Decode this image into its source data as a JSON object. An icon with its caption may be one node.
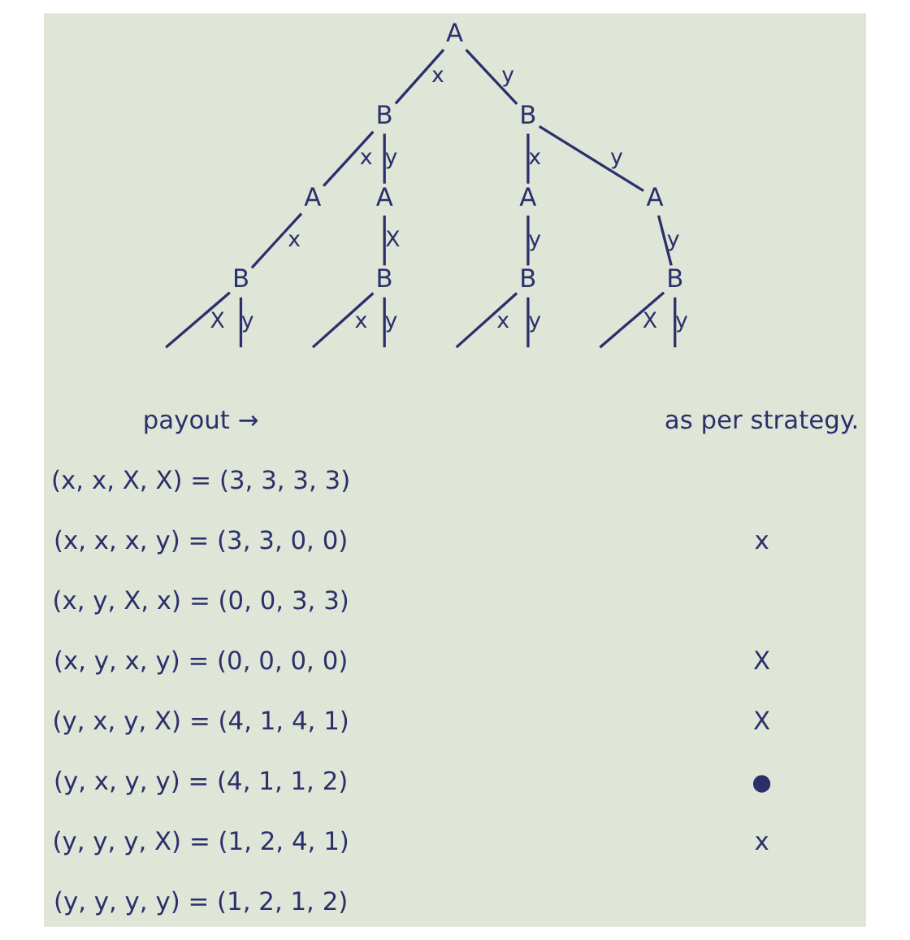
{
  "diagram": {
    "nodes": [
      {
        "text": [
          "A"
        ]
      },
      {
        "text": [
          "B"
        ]
      },
      {
        "text": [
          "B"
        ]
      },
      {
        "text": [
          "A"
        ]
      },
      {
        "text": [
          "A"
        ]
      },
      {
        "text": [
          "A"
        ]
      },
      {
        "text": [
          "A"
        ]
      },
      {
        "text": [
          "B"
        ]
      },
      {
        "text": [
          "B"
        ]
      },
      {
        "text": [
          "B"
        ]
      },
      {
        "text": [
          "B"
        ]
      },
      {
        "text": [],
        "shape": "dot"
      }
    ],
    "edges": [
      {
        "from": 0,
        "to": 1,
        "arrow": "none",
        "label": "x"
      },
      {
        "from": 0,
        "to": 2,
        "arrow": "none",
        "label": "y"
      },
      {
        "from": 1,
        "to": 3,
        "arrow": "none",
        "label": "x"
      },
      {
        "from": 1,
        "to": 4,
        "arrow": "none",
        "label": "y"
      },
      {
        "from": 2,
        "to": 5,
        "arrow": "none",
        "label": "x"
      },
      {
        "from": 2,
        "to": 6,
        "arrow": "none",
        "label": "y"
      },
      {
        "from": 3,
        "to": 7,
        "arrow": "none",
        "label": "x"
      },
      {
        "from": 4,
        "to": 8,
        "arrow": "none",
        "label": "X"
      },
      {
        "from": 5,
        "to": 9,
        "arrow": "none",
        "label": "y"
      },
      {
        "from": 6,
        "to": 10,
        "arrow": "none",
        "label": "y"
      },
      {
        "from": 7,
        "to": null,
        "arrow": "none",
        "label": "X"
      },
      {
        "from": 7,
        "to": null,
        "arrow": "none",
        "label": "y"
      },
      {
        "from": 8,
        "to": null,
        "arrow": "none",
        "label": "x"
      },
      {
        "from": 8,
        "to": null,
        "arrow": "none",
        "label": "y"
      },
      {
        "from": 9,
        "to": null,
        "arrow": "none",
        "label": "x"
      },
      {
        "from": 9,
        "to": null,
        "arrow": "none",
        "label": "y"
      },
      {
        "from": 10,
        "to": null,
        "arrow": "none",
        "label": "X"
      },
      {
        "from": 10,
        "to": null,
        "arrow": "none",
        "label": "y"
      }
    ],
    "labels": [
      "payout →",
      "as per strategy.",
      "(x, x, X, X) = (3, 3, 3, 3)",
      "(x, x, x, y) = (3, 3, 0, 0)",
      "x",
      "(x, y, X, x) = (0, 0, 3, 3)",
      "(x, y, x, y) = (0, 0, 0, 0)",
      "X",
      "(y, x, y, X) = (4, 1, 4, 1)",
      "X",
      "(y, x, y, y) = (4, 1, 1, 2)",
      "(y, y, y, X) = (1, 2, 4, 1)",
      "x",
      "(y, y, y, y) = (1, 2, 1, 2)"
    ]
  }
}
